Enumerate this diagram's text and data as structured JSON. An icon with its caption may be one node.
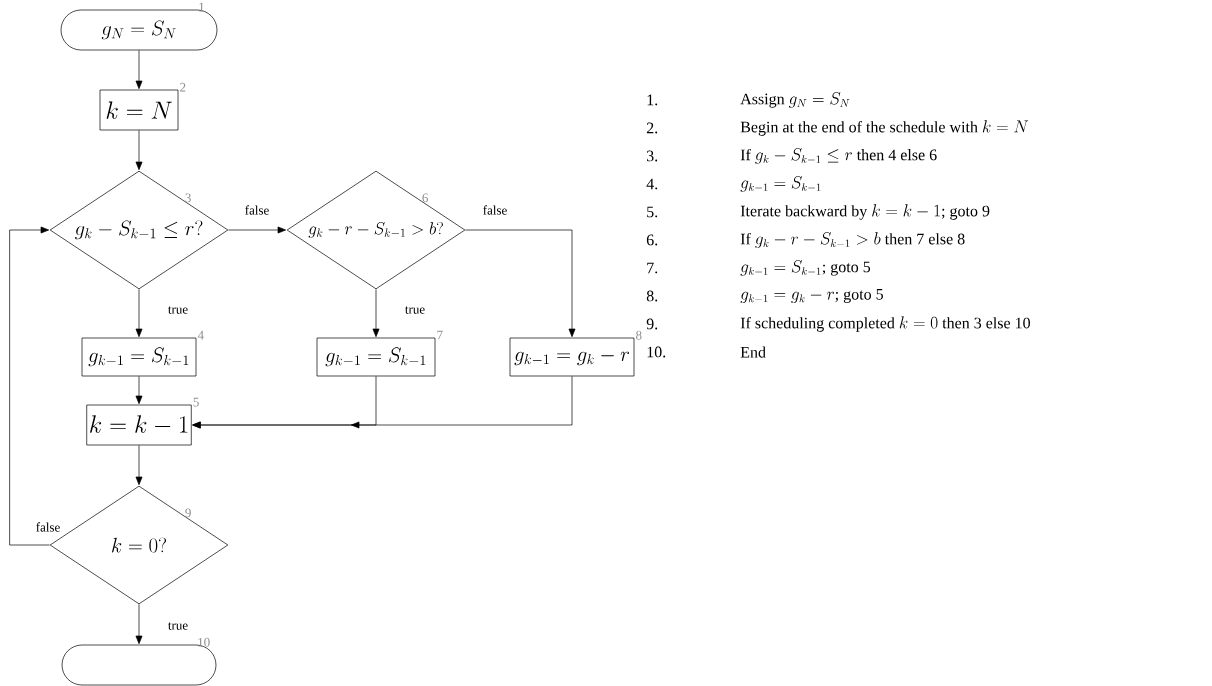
{
  "diagram": {
    "nodes": [
      {
        "text": [
          "g_N = S_N"
        ],
        "beside": [
          "1"
        ]
      },
      {
        "text": [
          "k = N"
        ],
        "beside": [
          "2"
        ]
      },
      {
        "text": [
          "g_k - S_{k-1} \\le r?"
        ],
        "beside": [
          "3"
        ]
      },
      {
        "text": [
          "g_{k-1} = S_{k-1}"
        ],
        "beside": [
          "4"
        ]
      },
      {
        "text": [
          "k = k-1"
        ],
        "beside": [
          "5"
        ]
      },
      {
        "text": [
          "g_k - r - S_{k-1} > b?"
        ],
        "beside": [
          "6"
        ]
      },
      {
        "text": [
          "g_{k-1} = S_{k-1}"
        ],
        "beside": [
          "7"
        ]
      },
      {
        "text": [
          "g_{k-1} = g_k - r"
        ],
        "beside": [
          "8"
        ]
      },
      {
        "text": [
          "k = 0?"
        ],
        "beside": [
          "9"
        ]
      },
      {
        "text": [],
        "shape": "stadium",
        "beside": [
          "10"
        ]
      }
    ],
    "edges": [
      {
        "from": 0,
        "to": 1,
        "arrow": "to"
      },
      {
        "from": 1,
        "to": 2,
        "arrow": "to"
      },
      {
        "from": 2,
        "to": 3,
        "arrow": "to",
        "label": "true"
      },
      {
        "from": 2,
        "to": 5,
        "arrow": "to",
        "label": "false"
      },
      {
        "from": 5,
        "to": 6,
        "arrow": "to",
        "label": "true"
      },
      {
        "from": 5,
        "to": 7,
        "arrow": "to",
        "label": "false"
      },
      {
        "from": 3,
        "to": 4,
        "arrow": "to"
      },
      {
        "from": 6,
        "to": 4,
        "arrow": "to"
      },
      {
        "from": 7,
        "to": 4,
        "arrow": "to"
      },
      {
        "from": 4,
        "to": 8,
        "arrow": "to"
      },
      {
        "from": 8,
        "to": 2,
        "arrow": "to",
        "label": "false"
      },
      {
        "from": 8,
        "to": 9,
        "arrow": "to",
        "label": "true"
      }
    ],
    "labels": [
      "1.",
      "\\mbox{Assign }g_N = S_N",
      "2.",
      "\\mbox{Begin at the end of the schedule with }k = N",
      "3.",
      "\\mbox{If }g_k - S_{k-1} \\le r\\mbox{ then 4 else 6}",
      "4.",
      "g_{k-1} = S_{k-1}",
      "5.",
      "\\mbox{Iterate backward by }k = k-1\\mbox{; goto 9}",
      "6.",
      "\\mbox{If }g_k - r - S_{k-1} > b\\mbox{ then 7 else 8}",
      "7.",
      "g_{k-1} = S_{k-1}\\mbox{; goto 5}",
      "8.",
      "g_{k-1} = g_k - r\\mbox{; goto 5}",
      "9.",
      "\\mbox{If scheduling completed }k = 0\\mbox{ then 3 else 10}",
      "10.",
      "End"
    ]
  }
}
